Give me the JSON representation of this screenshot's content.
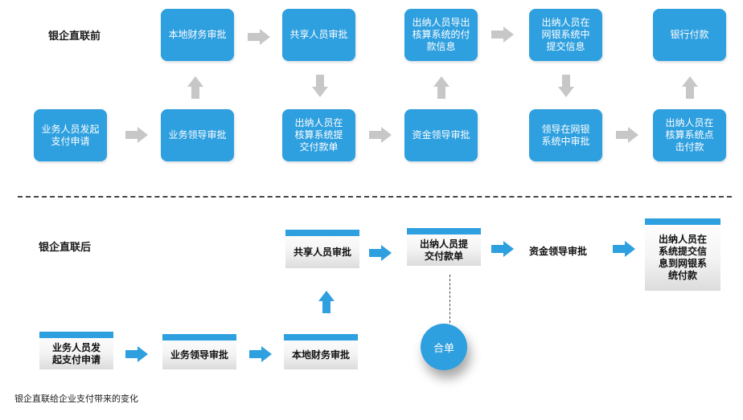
{
  "before": {
    "label": "银企直联前",
    "boxes": [
      "本地财务审批",
      "共享人员审批",
      "出纳人员导出\n核算系统的付\n款信息",
      "出纳人员在\n网银系统中\n提交信息",
      "银行付款",
      "业务人员发起\n支付申请",
      "业务领导审批",
      "出纳人员在\n核算系统提\n交付款单",
      "资金领导审批",
      "领导在网银\n系统中审批",
      "出纳人员在\n核算系统点\n击付款"
    ]
  },
  "after": {
    "label": "银企直联后",
    "boxes": [
      "共享人员审批",
      "出纳人员提\n交付款单",
      "资金领导审批",
      "出纳人员在\n系统提交信\n息到网银系\n统付款",
      "业务人员发\n起支付申请",
      "业务领导审批",
      "本地财务审批"
    ],
    "merge": "合单"
  },
  "caption": "银企直联给企业支付带来的变化",
  "colors": {
    "blue": "#2e9fdf",
    "grey_arrow": "#c7c7c7"
  }
}
